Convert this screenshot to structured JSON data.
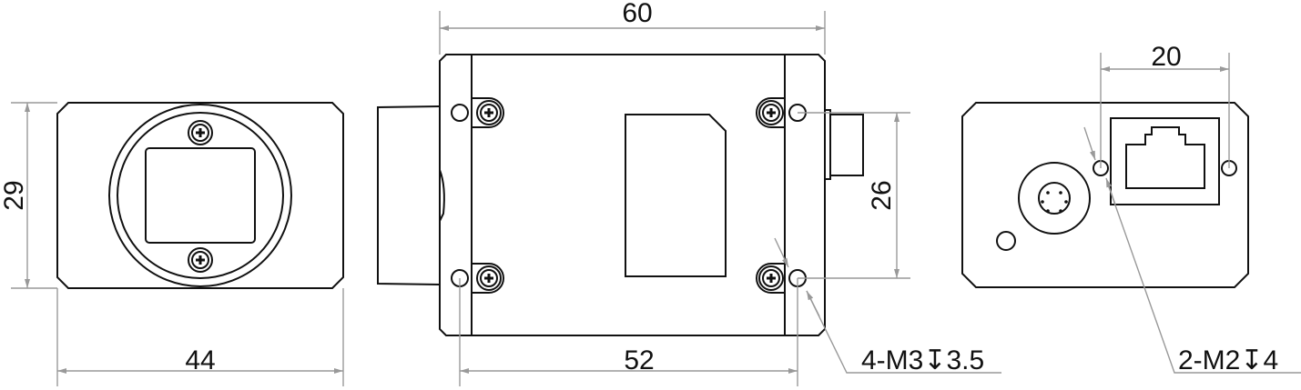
{
  "title": "Camera dimension drawing",
  "dimensions": {
    "front_height": "29",
    "front_width": "44",
    "side_length": "60",
    "side_hole_spacing_x": "52",
    "side_hole_spacing_y": "26",
    "back_hole_spacing": "20"
  },
  "callouts": {
    "side_holes": "4-M3↧3.5",
    "back_holes": "2-M2↧4"
  },
  "colors": {
    "outline": "#111111",
    "dimension": "#999999"
  }
}
